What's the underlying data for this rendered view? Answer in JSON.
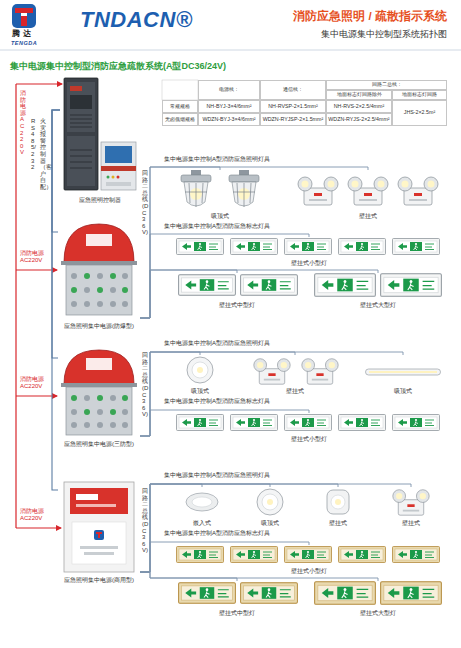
{
  "diagram": {
    "title": "集中电源集中控制型消防应急疏散系统(A型DC36/24V)",
    "nodes": [
      {
        "text": [
          "应急照明控制器"
        ]
      },
      {
        "text": [
          "应急照明集中电源(防爆型)"
        ]
      },
      {
        "text": [
          "吸顶式"
        ]
      },
      {
        "text": [
          "壁挂式"
        ]
      },
      {
        "text": [
          "壁挂式小型灯"
        ]
      },
      {
        "text": [
          "壁挂式中型灯"
        ]
      },
      {
        "text": [
          "壁挂式大型灯"
        ]
      },
      {
        "text": [
          "应急照明集中电源(三防型)"
        ]
      },
      {
        "text": [
          "吸顶式"
        ]
      },
      {
        "text": [
          "壁挂式"
        ]
      },
      {
        "text": [
          "吸顶式"
        ]
      },
      {
        "text": [
          "壁挂式小型灯"
        ]
      },
      {
        "text": [
          "应急照明集中电源(商用型)"
        ]
      },
      {
        "text": [
          "嵌入式"
        ]
      },
      {
        "text": [
          "吸顶式"
        ]
      },
      {
        "text": [
          "壁挂式"
        ]
      },
      {
        "text": [
          "壁挂式"
        ]
      },
      {
        "text": [
          "壁挂式小型灯"
        ]
      },
      {
        "text": [
          "壁挂式中型灯"
        ]
      },
      {
        "text": [
          "壁挂式大型灯"
        ]
      }
    ],
    "edges": [
      {
        "from": 0,
        "to": 1,
        "arrow": "none"
      },
      {
        "from": 0,
        "to": 7,
        "arrow": "none"
      },
      {
        "from": 0,
        "to": 12,
        "arrow": "none"
      },
      {
        "from": 1,
        "to": 2,
        "arrow": "none"
      },
      {
        "from": 1,
        "to": 3,
        "arrow": "none"
      },
      {
        "from": 1,
        "to": 4,
        "arrow": "none"
      },
      {
        "from": 1,
        "to": 5,
        "arrow": "none"
      },
      {
        "from": 1,
        "to": 6,
        "arrow": "none"
      },
      {
        "from": 7,
        "to": 8,
        "arrow": "none"
      },
      {
        "from": 7,
        "to": 9,
        "arrow": "none"
      },
      {
        "from": 7,
        "to": 10,
        "arrow": "none"
      },
      {
        "from": 7,
        "to": 11,
        "arrow": "none"
      },
      {
        "from": 12,
        "to": 13,
        "arrow": "none"
      },
      {
        "from": 12,
        "to": 14,
        "arrow": "none"
      },
      {
        "from": 12,
        "to": 15,
        "arrow": "none"
      },
      {
        "from": 12,
        "to": 16,
        "arrow": "none"
      },
      {
        "from": 12,
        "to": 17,
        "arrow": "none"
      },
      {
        "from": 12,
        "to": 18,
        "arrow": "none"
      },
      {
        "from": 12,
        "to": 19,
        "arrow": "none"
      }
    ],
    "labels": [
      "腾达",
      "TENGDA",
      "TNDACN®",
      "消防应急照明 / 疏散指示系统",
      "集中电源集中控制型系统拓扑图",
      "电源线：",
      "通信线：",
      "回路二总线：",
      "地面标志灯回路除外",
      "地面标志灯回路",
      "常规规格",
      "NH-BYJ-3×4/6mm²",
      "NH-RVSP-2×1.5mm²",
      "NH-RVS-2×2.5/4mm²",
      "JHS-2×2.5m²",
      "无卤低烟规格",
      "WDZN-BYJ-3×4/6mm²",
      "WDZN-RYJSP-2×1.5mm²",
      "WDZN-RYJS-2×2.5/4mm²",
      "消防电源 AC220V",
      "RS485/232",
      "火灾报警控制器（客户自配）",
      "消防电源 AC220V",
      "回路二总线(DC36V)",
      "集中电源集中控制A型消防应急照明灯具",
      "集中电源集中控制A型消防应急标志灯具",
      "消防电源 AC220V",
      "回路二总线(DC36V)",
      "集中电源集中控制A型消防应急照明灯具",
      "集中电源集中控制A型消防应急标志灯具",
      "消防电源 AC220V",
      "回路二总线(DC36V)",
      "集中电源集中控制A型消防应急照明灯具",
      "集中电源集中控制A型消防应急标志灯具"
    ]
  }
}
